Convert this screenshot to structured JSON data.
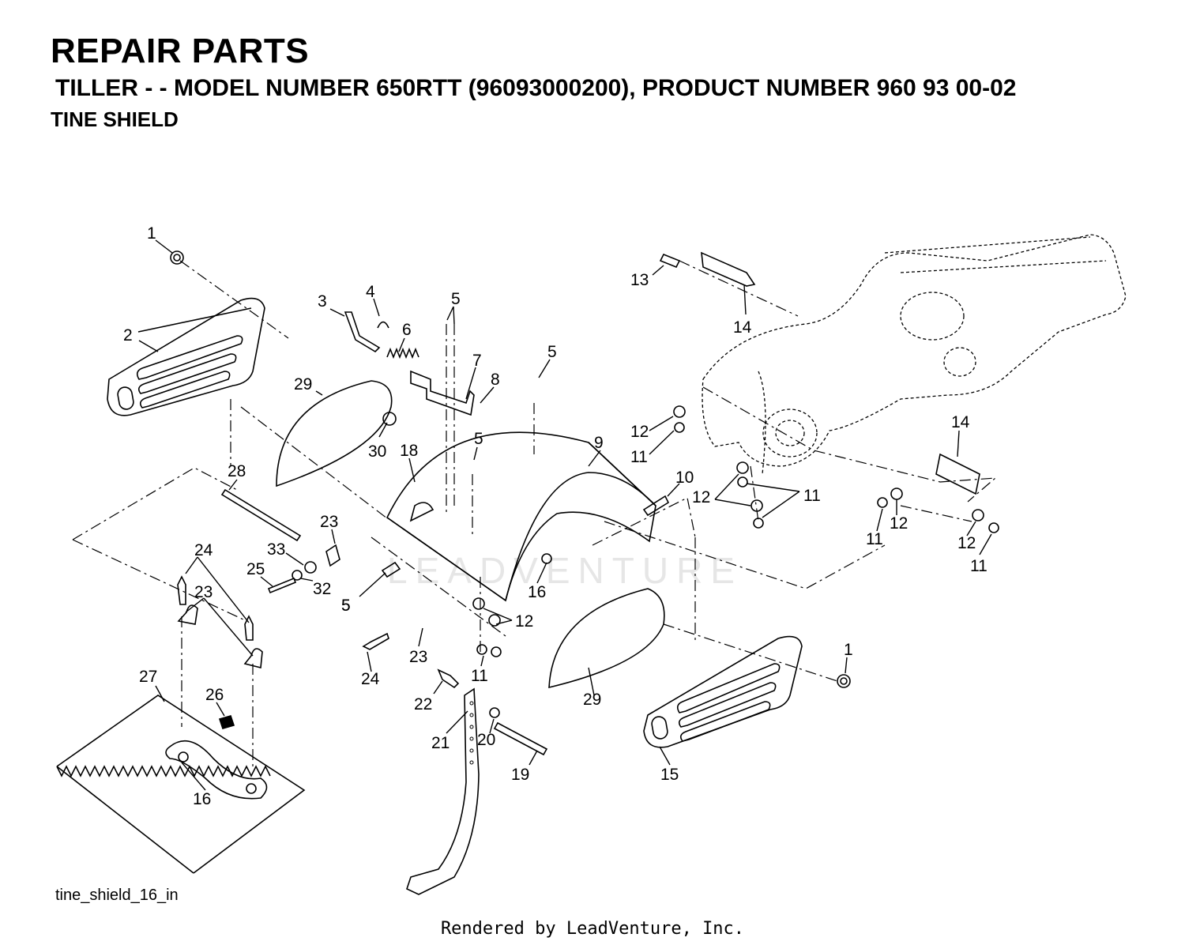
{
  "header": {
    "title": "REPAIR PARTS",
    "subtitle": "TILLER - - MODEL NUMBER 650RTT (96093000200), PRODUCT NUMBER 960 93 00-02",
    "section": "TINE SHIELD"
  },
  "diagram": {
    "filename": "tine_shield_16_in",
    "watermark": "LEADVENTURE",
    "callouts": [
      "1",
      "2",
      "3",
      "4",
      "5",
      "5",
      "6",
      "7",
      "8",
      "5",
      "5",
      "29",
      "30",
      "18",
      "9",
      "10",
      "12",
      "11",
      "12",
      "11",
      "13",
      "14",
      "14",
      "11",
      "12",
      "12",
      "11",
      "28",
      "23",
      "33",
      "25",
      "32",
      "24",
      "23",
      "5",
      "16",
      "12",
      "23",
      "24",
      "11",
      "22",
      "21",
      "20",
      "19",
      "29",
      "15",
      "1",
      "27",
      "26",
      "16"
    ]
  },
  "footer": {
    "rendered_by": "Rendered by LeadVenture, Inc."
  },
  "colors": {
    "ink": "#000000",
    "background": "#ffffff",
    "watermark": "#e6e6e6"
  }
}
